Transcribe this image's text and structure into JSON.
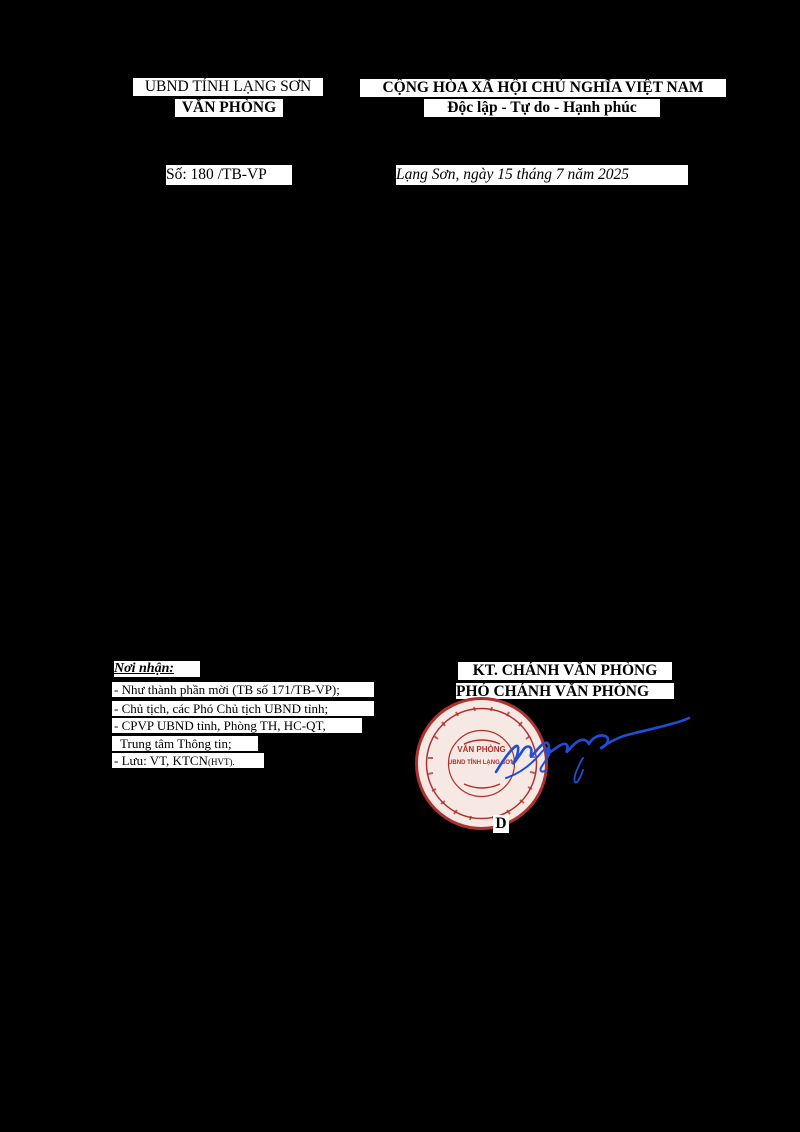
{
  "header": {
    "agency_line1": "UBND TỈNH LẠNG SƠN",
    "agency_line2": "VĂN PHÒNG",
    "country_line1": "CỘNG HÒA XÃ HỘI CHỦ NGHĨA VIỆT NAM",
    "country_line2": "Độc lập - Tự do - Hạnh phúc"
  },
  "doc": {
    "number": "Số:  180  /TB-VP",
    "place_date": "Lạng Sơn, ngày  15  tháng 7 năm 2025"
  },
  "recipients": {
    "title": "Nơi nhận:",
    "items": [
      "- Như thành phần mời (TB số 171/TB-VP);",
      "- Chủ tịch, các Phó Chủ tịch UBND tỉnh;",
      "- CPVP UBND tỉnh, Phòng TH, HC-QT,",
      "  Trung tâm Thông tin;",
      "- Lưu: VT, KTCN"
    ],
    "last_suffix": "(HVT)."
  },
  "signer": {
    "title_line1": "KT. CHÁNH VĂN PHÒNG",
    "title_line2": "PHÓ CHÁNH VĂN PHÒNG",
    "name_fragment": "D"
  },
  "stamp": {
    "center_line1": "VĂN PHÒNG",
    "center_line2": "UBND TỈNH LẠNG SƠN",
    "color": "#b03030"
  },
  "colors": {
    "background": "#000000",
    "text_box": "#ffffff",
    "signature_ink": "#1f4fd8"
  }
}
